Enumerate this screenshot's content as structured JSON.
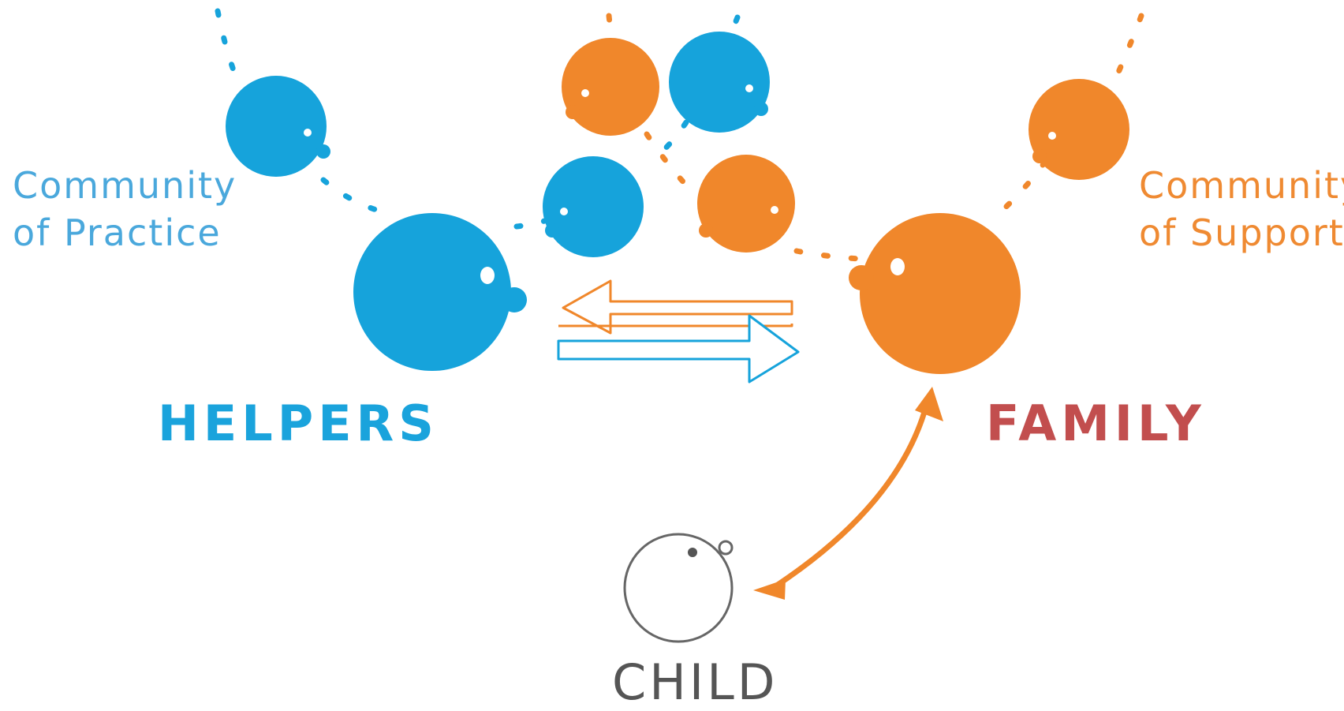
{
  "colors": {
    "helper_blue": "#16a3db",
    "family_orange": "#f0872b",
    "family_label_red": "#c24e4e",
    "child_gray": "#555555",
    "community_practice_text": "#4aa8dc",
    "community_support_text": "#ef8a32"
  },
  "labels": {
    "community_of_practice_line1": "Community",
    "community_of_practice_line2": "of Practice",
    "community_of_support_line1": "Community",
    "community_of_support_line2": "of Support",
    "helpers": "HELPERS",
    "family": "FAMILY",
    "child": "CHILD"
  },
  "icons": {
    "exchange": "double-arrow-icon",
    "connection": "curved-double-arrow-icon"
  }
}
